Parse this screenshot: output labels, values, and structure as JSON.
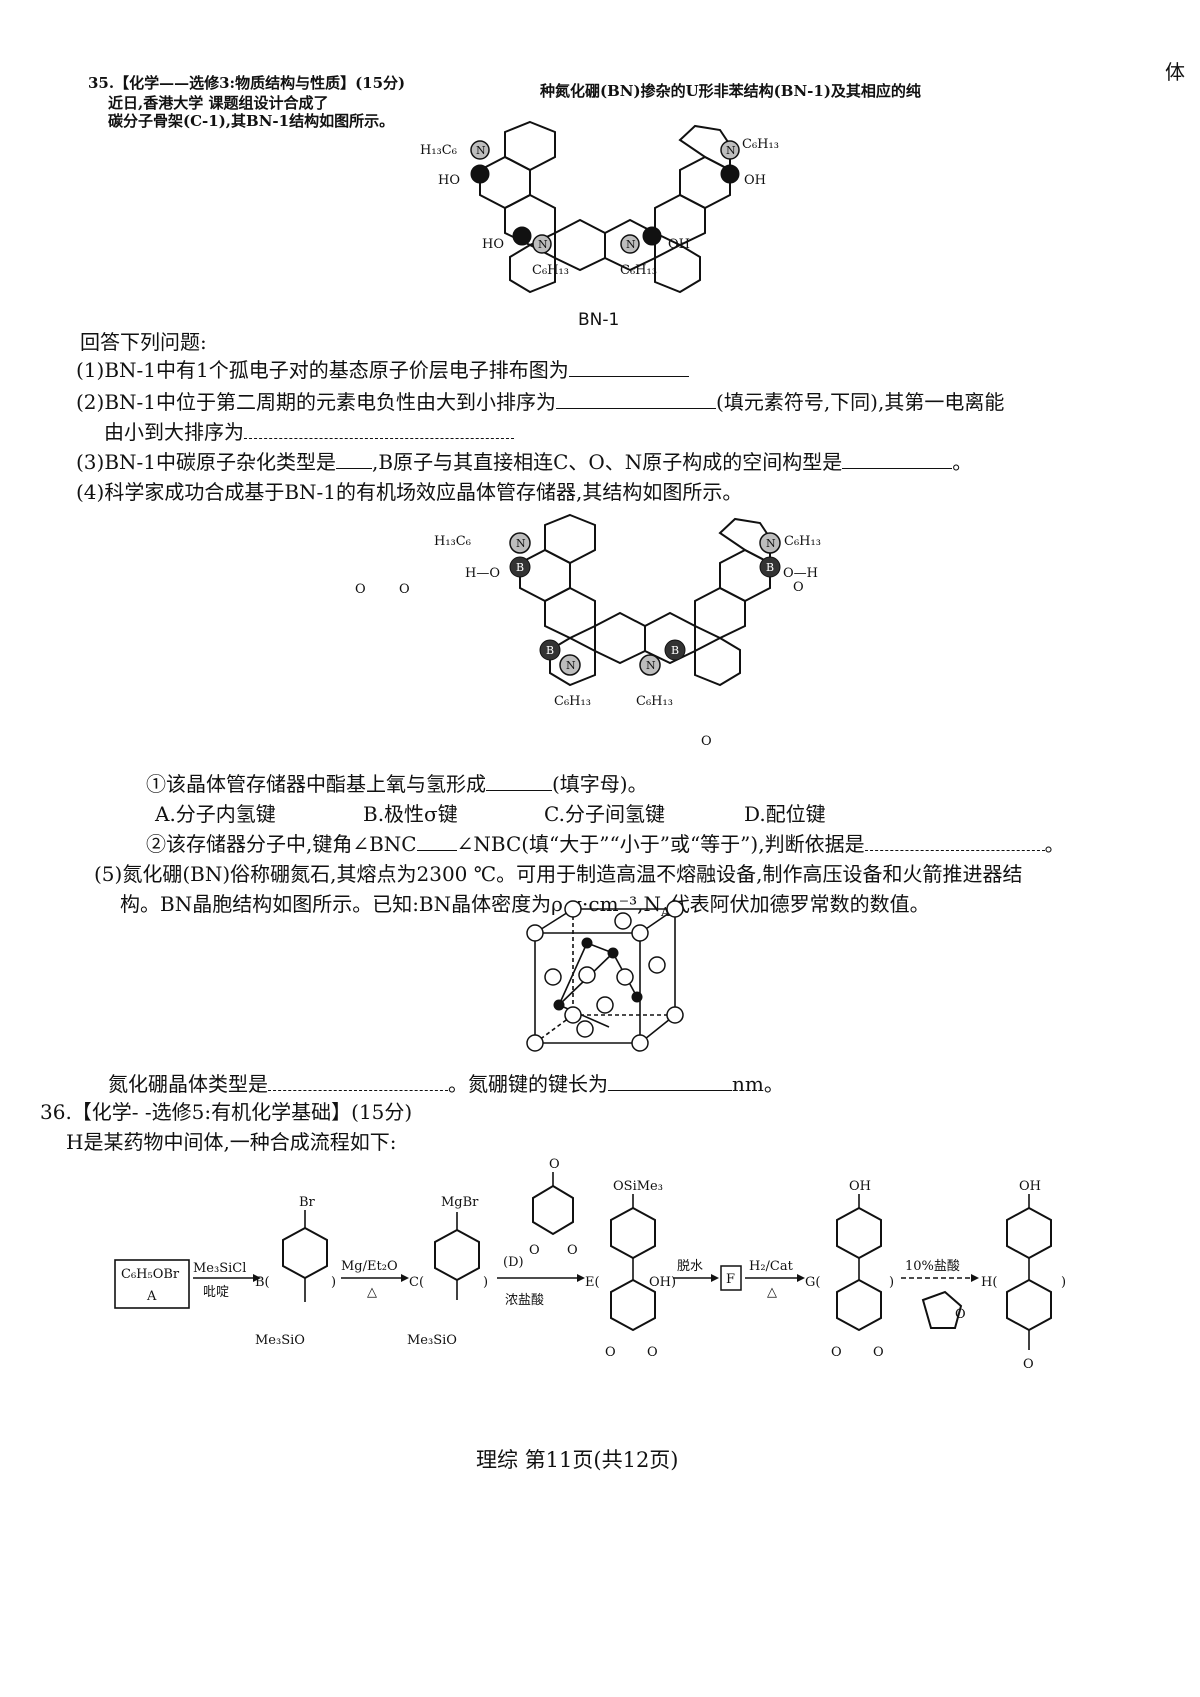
{
  "corner_text": "体",
  "q35": {
    "header_line1": "35.【化学——选修3:物质结构与性质】(15分)",
    "header_line1b": "种氮化硼(BN)掺杂的U形非苯结构(BN-1)及其相应的纯",
    "header_line2": "近日,香港大学 课题组设计合成了",
    "header_line3": "碳分子骨架(C-1),其BN-1结构如图所示。",
    "figure_caption": "BN-1",
    "answer_prompt": "回答下列问题:",
    "sub1": "(1)BN-1中有1个孤电子对的基态原子价层电子排布图为",
    "sub2a": "(2)BN-1中位于第二周期的元素电负性由大到小排序为",
    "sub2b": "(填元素符号,下同),其第一电离能",
    "sub2c": "由小到大排序为",
    "sub3a": "(3)BN-1中碳原子杂化类型是",
    "sub3b": ",B原子与其直接相连C、O、N原子构成的空间构型是",
    "sub3end": "。",
    "sub4": "(4)科学家成功合成基于BN-1的有机场效应晶体管存储器,其结构如图所示。",
    "sub4_1": "①该晶体管存储器中酯基上氧与氢形成",
    "sub4_1end": "(填字母)。",
    "options": [
      "A.分子内氢键",
      "B.极性σ键",
      "C.分子间氢键",
      "D.配位键"
    ],
    "sub4_2a": "②该存储器分子中,键角∠BNC",
    "sub4_2b": "∠NBC(填“大于”“小于”或“等于”),判断依据是",
    "sub4_2end": "。",
    "sub5a": "(5)氮化硼(BN)俗称硼氮石,其熔点为2300 ℃。可用于制造高温不熔融设备,制作高压设备和火箭推进器结",
    "sub5b": "构。BN晶胞结构如图所示。已知:BN晶体密度为ρ g·cm⁻³,N",
    "sub5b_sub": "A",
    "sub5b_end": "代表阿伏加德罗常数的数值。",
    "sub5c": "氮化硼晶体类型是",
    "sub5c_mid": "。氮硼键的键长为",
    "sub5c_end": "nm。"
  },
  "mol": {
    "N": "N",
    "B": "B",
    "R_left": "H₁₃C₆",
    "R_right": "C₆H₁₃",
    "OH": "HO",
    "OH_r": "OH",
    "H_bond_l": "H—O",
    "H_bond_r": "O—H",
    "O": "O"
  },
  "q36": {
    "header": "36.【化学-  -选修5:有机化学基础】(15分)",
    "intro": "H是某药物中间体,一种合成流程如下:",
    "A_formula": "C₆H₅OBr",
    "A_label": "A",
    "step1_top": "Me₃SiCl",
    "step1_bottom": "吡啶",
    "B": "B(",
    "step2_top": "Mg/Et₂O",
    "step2_bottom": "△",
    "C": "C(",
    "D_label": "(D)",
    "step3_bottom": "浓盐酸",
    "E": "E(",
    "E_OH": "OH)",
    "step4_top": "脱水",
    "F": "F",
    "step5_top": "H₂/Cat",
    "step5_bottom": "△",
    "G": "G(",
    "G_close": ")",
    "step6_top": "10%盐酸",
    "H": "H(",
    "H_close": ")",
    "Br": "Br",
    "MgBr": "MgBr",
    "Me3SiO": "Me₃SiO",
    "OSiMe3": "OSiMe₃",
    "OH": "OH",
    "O": "O"
  },
  "footer": "理综  第11页(共12页)"
}
